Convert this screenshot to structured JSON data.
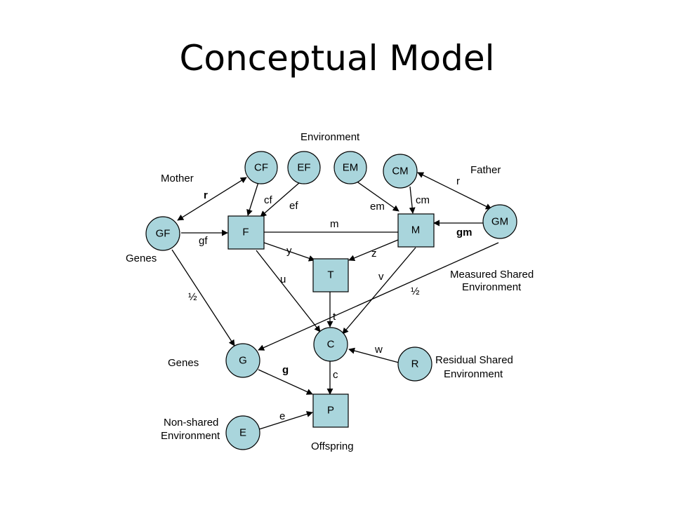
{
  "title": "Conceptual Model",
  "colors": {
    "node_fill": "#a9d5dc",
    "stroke": "#000000",
    "background": "#ffffff"
  },
  "annotations": {
    "environment": "Environment",
    "mother": "Mother",
    "father": "Father",
    "genes_parent": "Genes",
    "measured_shared_env_line1": "Measured Shared",
    "measured_shared_env_line2": "Environment",
    "genes_child": "Genes",
    "residual_shared_env_line1": "Residual Shared",
    "residual_shared_env_line2": "Environment",
    "nonshared_env_line1": "Non-shared",
    "nonshared_env_line2": "Environment",
    "offspring": "Offspring"
  },
  "nodes": {
    "CF": "CF",
    "EF": "EF",
    "EM": "EM",
    "CM": "CM",
    "GF": "GF",
    "F": "F",
    "M": "M",
    "GM": "GM",
    "T": "T",
    "C": "C",
    "G": "G",
    "R": "R",
    "P": "P",
    "E": "E"
  },
  "edge_labels": {
    "r_left": "r",
    "cf": "cf",
    "ef": "ef",
    "em": "em",
    "cm": "cm",
    "r_right": "r",
    "gf": "gf",
    "m": "m",
    "gm": "gm",
    "y": "y",
    "z": "z",
    "u": "u",
    "v": "v",
    "half_left": "½",
    "half_right": "½",
    "t": "t",
    "w": "w",
    "g": "g",
    "c": "c",
    "e": "e"
  }
}
